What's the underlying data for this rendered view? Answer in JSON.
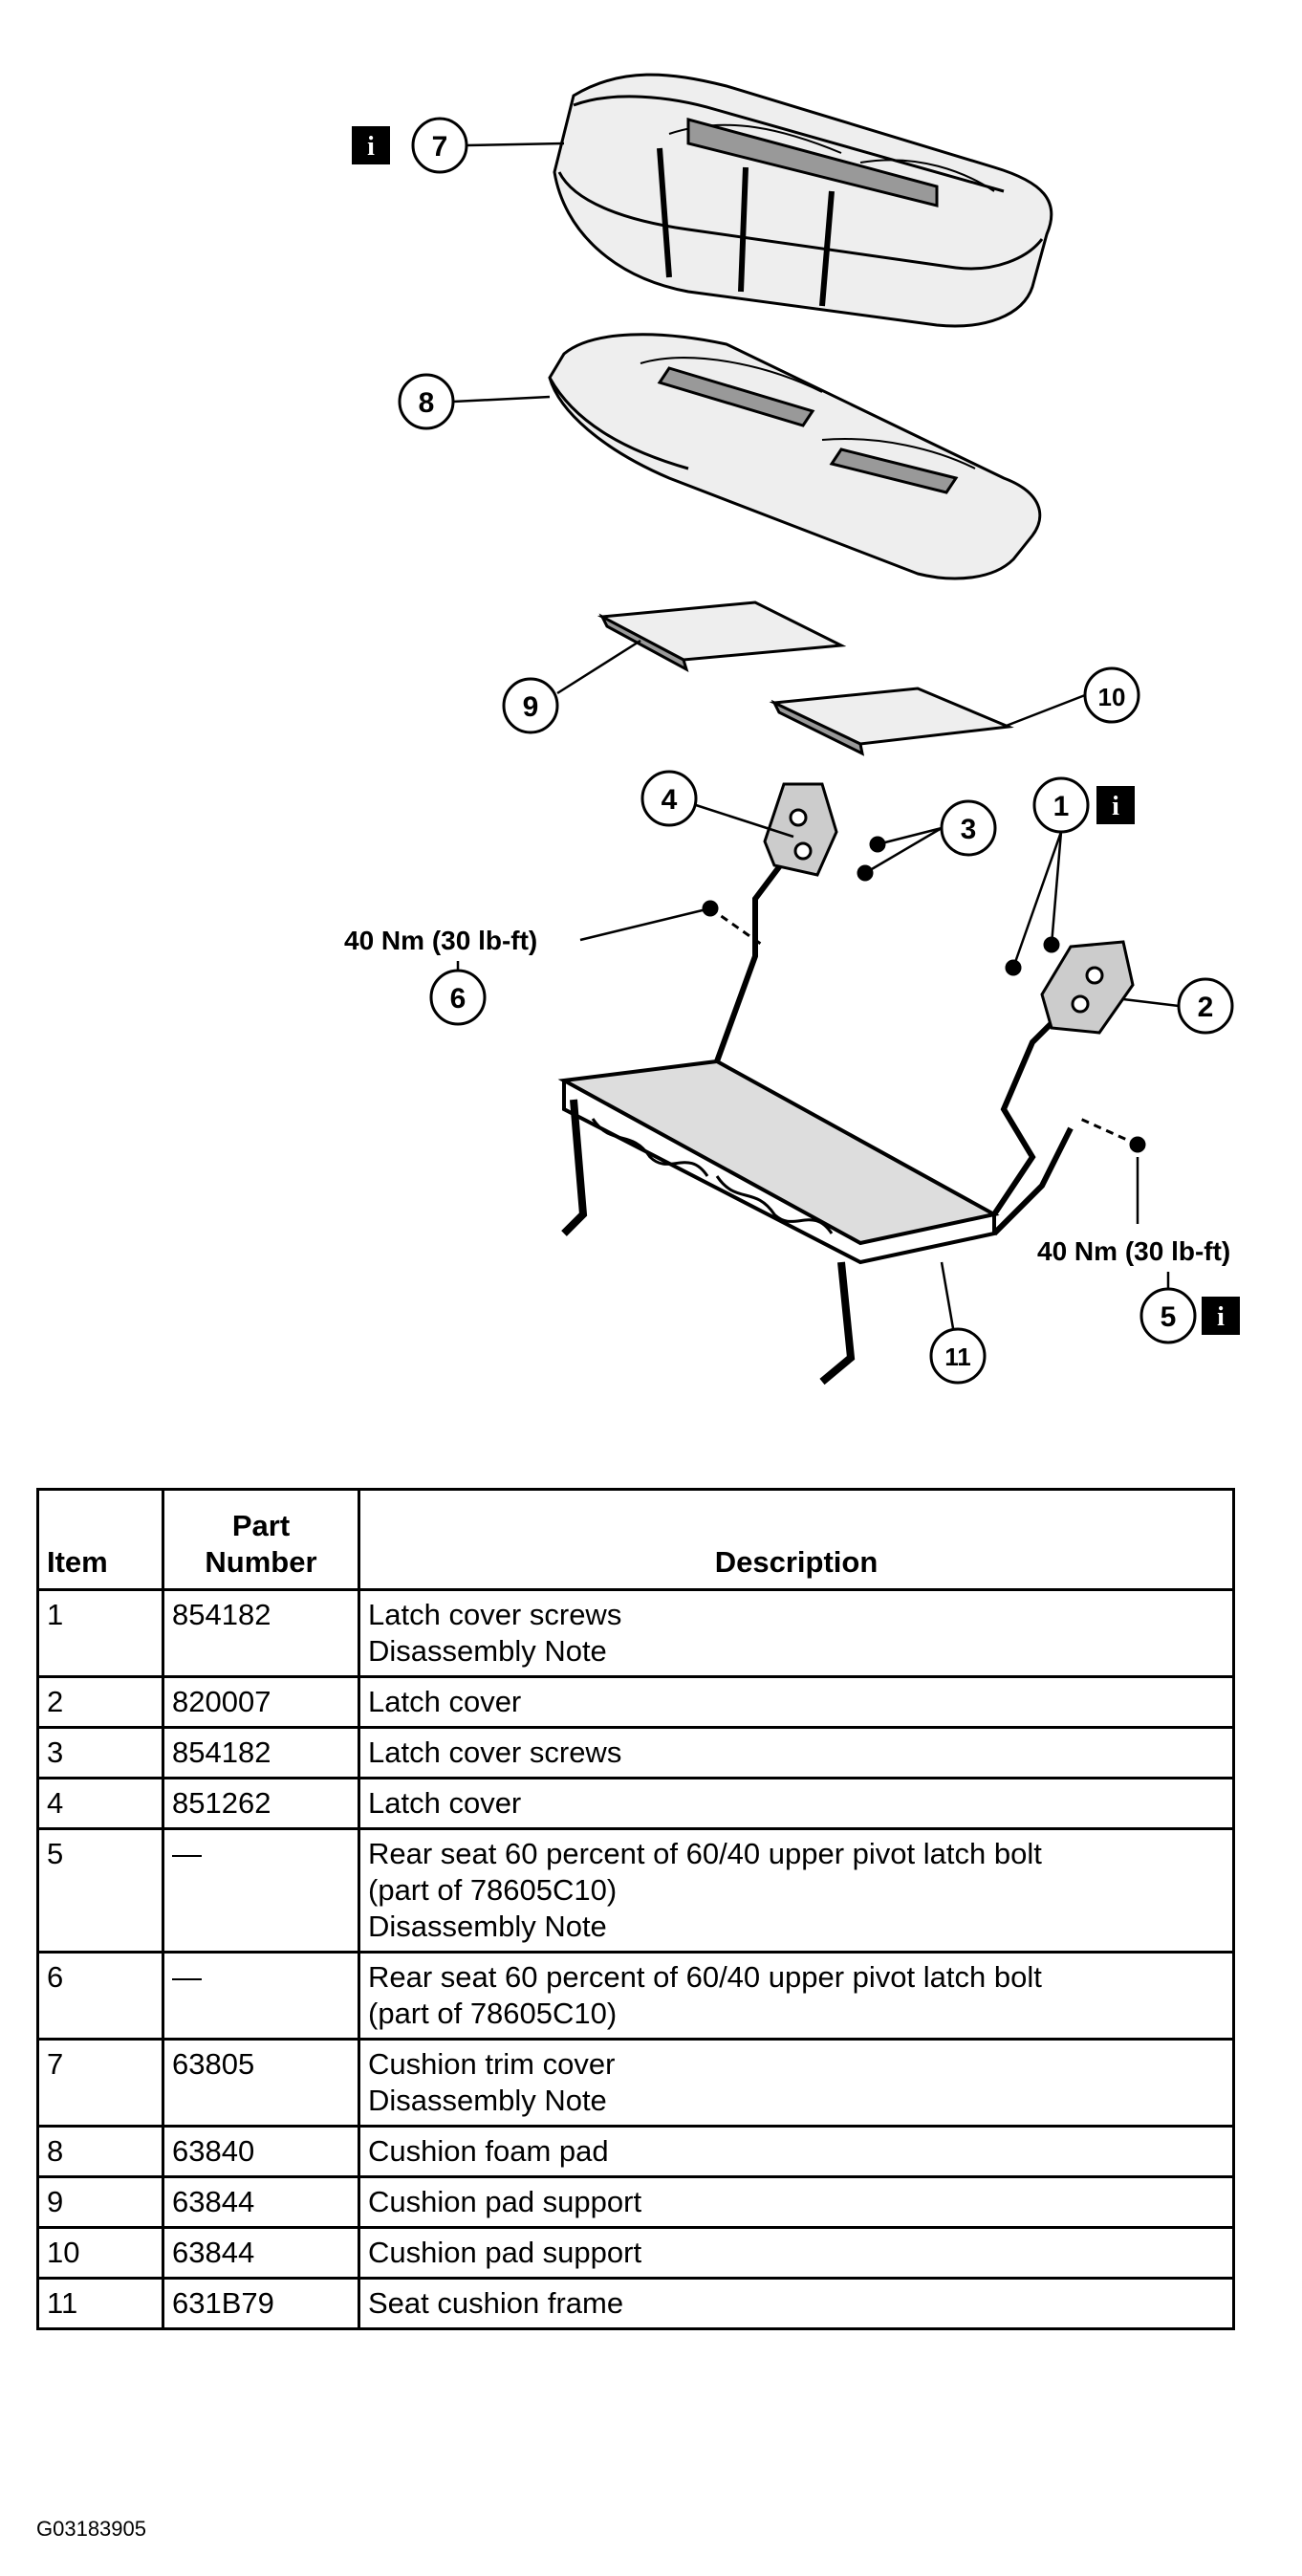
{
  "callouts": [
    {
      "num": "1",
      "info": true
    },
    {
      "num": "2",
      "info": false
    },
    {
      "num": "3",
      "info": false
    },
    {
      "num": "4",
      "info": false
    },
    {
      "num": "5",
      "info": true
    },
    {
      "num": "6",
      "info": false
    },
    {
      "num": "7",
      "info": true
    },
    {
      "num": "8",
      "info": false
    },
    {
      "num": "9",
      "info": false
    },
    {
      "num": "10",
      "info": false
    },
    {
      "num": "11",
      "info": false
    }
  ],
  "info_icon_text": "i",
  "torque_labels": {
    "left": "40 Nm (30 lb-ft)",
    "right": "40 Nm (30 lb-ft)"
  },
  "table": {
    "headers": {
      "item": "Item",
      "part_number_line1": "Part",
      "part_number_line2": "Number",
      "description": "Description"
    },
    "rows": [
      {
        "item": "1",
        "part": "854182",
        "desc": [
          "Latch cover screws",
          "Disassembly Note"
        ]
      },
      {
        "item": "2",
        "part": "820007",
        "desc": [
          "Latch cover"
        ]
      },
      {
        "item": "3",
        "part": "854182",
        "desc": [
          "Latch cover screws"
        ]
      },
      {
        "item": "4",
        "part": "851262",
        "desc": [
          "Latch cover"
        ]
      },
      {
        "item": "5",
        "part": "—",
        "desc": [
          "Rear seat 60 percent of 60/40 upper pivot latch bolt",
          "(part of 78605C10)",
          "Disassembly Note"
        ]
      },
      {
        "item": "6",
        "part": "—",
        "desc": [
          "Rear seat 60 percent of 60/40 upper pivot latch bolt",
          "(part of 78605C10)"
        ]
      },
      {
        "item": "7",
        "part": "63805",
        "desc": [
          "Cushion trim cover",
          "Disassembly Note"
        ]
      },
      {
        "item": "8",
        "part": "63840",
        "desc": [
          "Cushion foam pad"
        ]
      },
      {
        "item": "9",
        "part": "63844",
        "desc": [
          "Cushion pad support"
        ]
      },
      {
        "item": "10",
        "part": "63844",
        "desc": [
          "Cushion pad support"
        ]
      },
      {
        "item": "11",
        "part": "631B79",
        "desc": [
          "Seat cushion frame"
        ]
      }
    ]
  },
  "figure_id": "G03183905"
}
